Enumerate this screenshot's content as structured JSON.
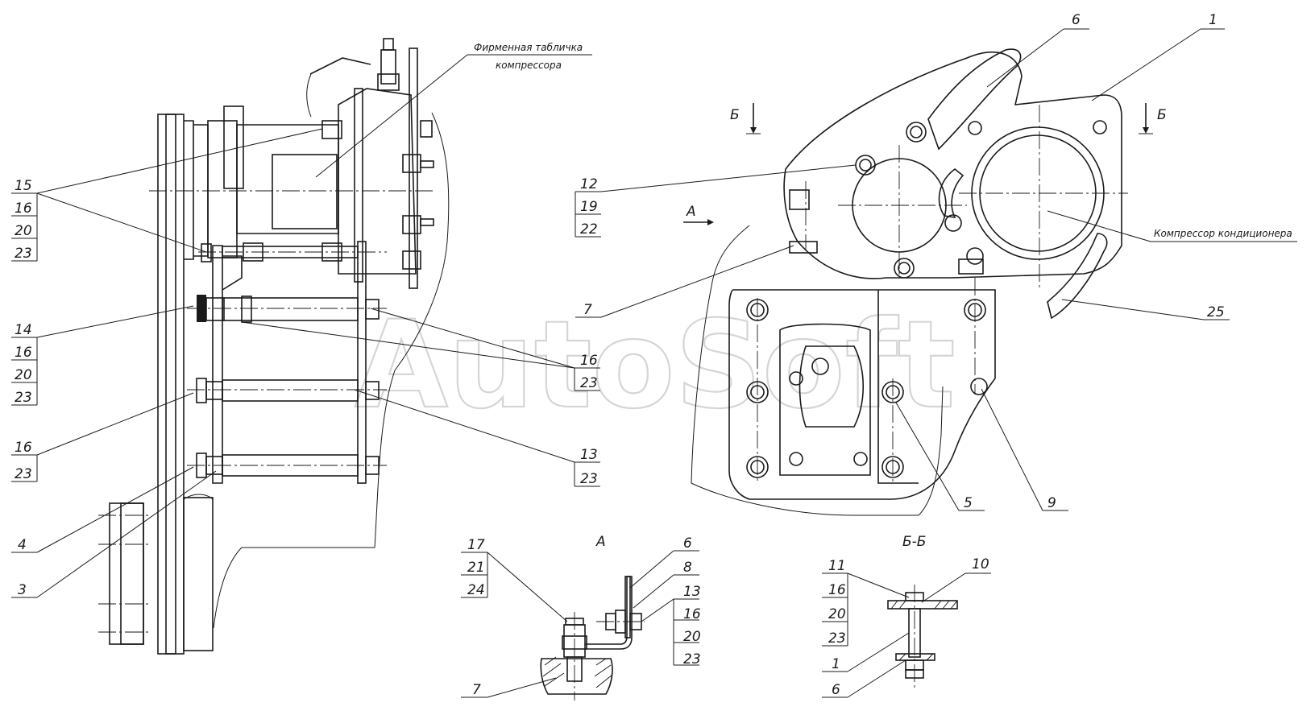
{
  "watermark": "AutoSoft",
  "notes": {
    "nameplate_line1": "Фирменная табличка",
    "nameplate_line2": "компрессора",
    "compressor": "Компрессор кондиционера"
  },
  "views": {
    "view_a": "А",
    "section_bb": "Б-Б",
    "section_mark": "Б",
    "direction_a": "А"
  },
  "callouts_left": [
    [
      "15",
      "16",
      "20",
      "23"
    ],
    [
      "14",
      "16",
      "20",
      "23"
    ],
    [
      "16",
      "23"
    ],
    [
      "4"
    ],
    [
      "3"
    ]
  ],
  "callouts_middle": [
    [
      "16",
      "23"
    ],
    [
      "13",
      "23"
    ]
  ],
  "callouts_right": {
    "stack_12": [
      "12",
      "19",
      "22"
    ],
    "single": [
      "7",
      "6",
      "1",
      "25",
      "5",
      "9"
    ]
  },
  "callouts_view_a": {
    "left_stack": [
      "17",
      "21",
      "24"
    ],
    "right": [
      "6",
      "8",
      "13",
      "16",
      "20",
      "23"
    ],
    "bottom": [
      "7"
    ]
  },
  "callouts_section": {
    "left_stack": [
      "11",
      "16",
      "20",
      "23"
    ],
    "top": [
      "10"
    ],
    "bottom": [
      "1",
      "6"
    ]
  }
}
